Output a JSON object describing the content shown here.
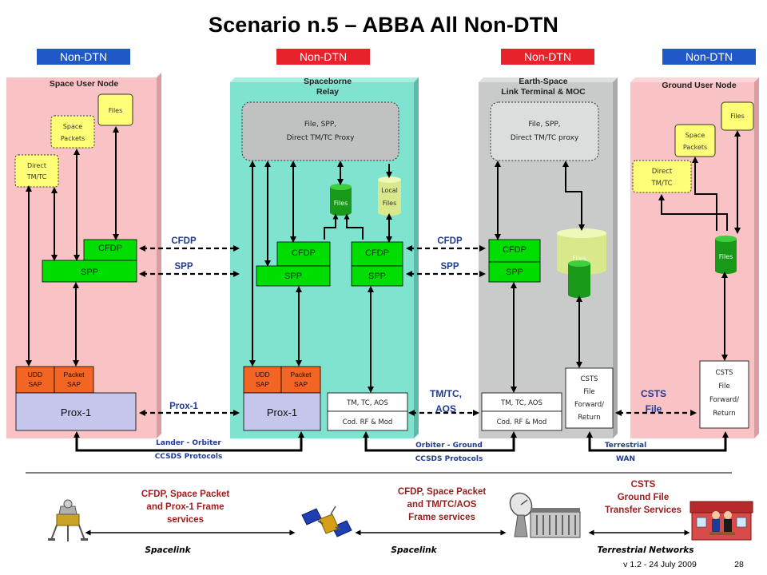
{
  "title": "Scenario n.5 – ABBA All Non-DTN",
  "colors": {
    "pink": "#f9c3c6",
    "teal": "#7fe3cf",
    "grey": "#c8cbca",
    "blue_tag": "#2158c7",
    "red_tag": "#e8222a",
    "green": "#00dd00",
    "orange": "#f26522",
    "lavender": "#c6c6ec",
    "yellow": "#ffff77",
    "navy": "#1f3a93",
    "maroon": "#9b1c1c"
  },
  "tags": [
    "Non-DTN",
    "Non-DTN",
    "Non-DTN",
    "Non-DTN"
  ],
  "columns": {
    "space_user": "Space User Node",
    "relay": [
      "Spaceborne",
      "Relay"
    ],
    "earth": [
      "Earth-Space",
      "Link Terminal & MOC"
    ],
    "ground_user": "Ground User Node"
  },
  "apps": {
    "files": "Files",
    "space_packets": [
      "Space",
      "Packets"
    ],
    "direct_tmtc": [
      "Direct",
      "TM/TC"
    ],
    "local_files": [
      "Local",
      "Files"
    ]
  },
  "proxy": {
    "relay": [
      "File, SPP,",
      "Direct TM/TC  Proxy"
    ],
    "earth": [
      "File, SPP,",
      "Direct TM/TC  proxy"
    ]
  },
  "stack": {
    "cfdp": "CFDP",
    "spp": "SPP",
    "udd_sap": [
      "UDD",
      "SAP"
    ],
    "packet_sap": [
      "Packet",
      "SAP"
    ],
    "prox1": "Prox-1",
    "tmtc_aos": "TM, TC, AOS",
    "cod_rf": "Cod. RF & Mod",
    "csts_box": [
      "CSTS",
      "File",
      "Forward/",
      "Return"
    ]
  },
  "links": {
    "cfdp": "CFDP",
    "spp": "SPP",
    "prox1": "Prox-1",
    "tmtc_aos": [
      "TM/TC,",
      "AOS"
    ],
    "csts_file": [
      "CSTS",
      "File"
    ]
  },
  "protocols": {
    "lander_orbiter": [
      "Lander - Orbiter",
      "CCSDS Protocols"
    ],
    "orbiter_ground": [
      "Orbiter - Ground",
      "CCSDS Protocols"
    ],
    "terrestrial_wan": [
      "Terrestrial",
      "WAN"
    ]
  },
  "services": {
    "s1": [
      "CFDP, Space Packet",
      "and Prox-1 Frame",
      "services"
    ],
    "s2": [
      "CFDP, Space Packet",
      "and TM/TC/AOS",
      "Frame services"
    ],
    "s3": [
      "CSTS",
      "Ground File",
      "Transfer Services"
    ]
  },
  "bottom": {
    "spacelink1": "Spacelink",
    "spacelink2": "Spacelink",
    "terrestrial": "Terrestrial Networks"
  },
  "footer": {
    "version": "v 1.2 - 24 July 2009",
    "page": "28"
  }
}
